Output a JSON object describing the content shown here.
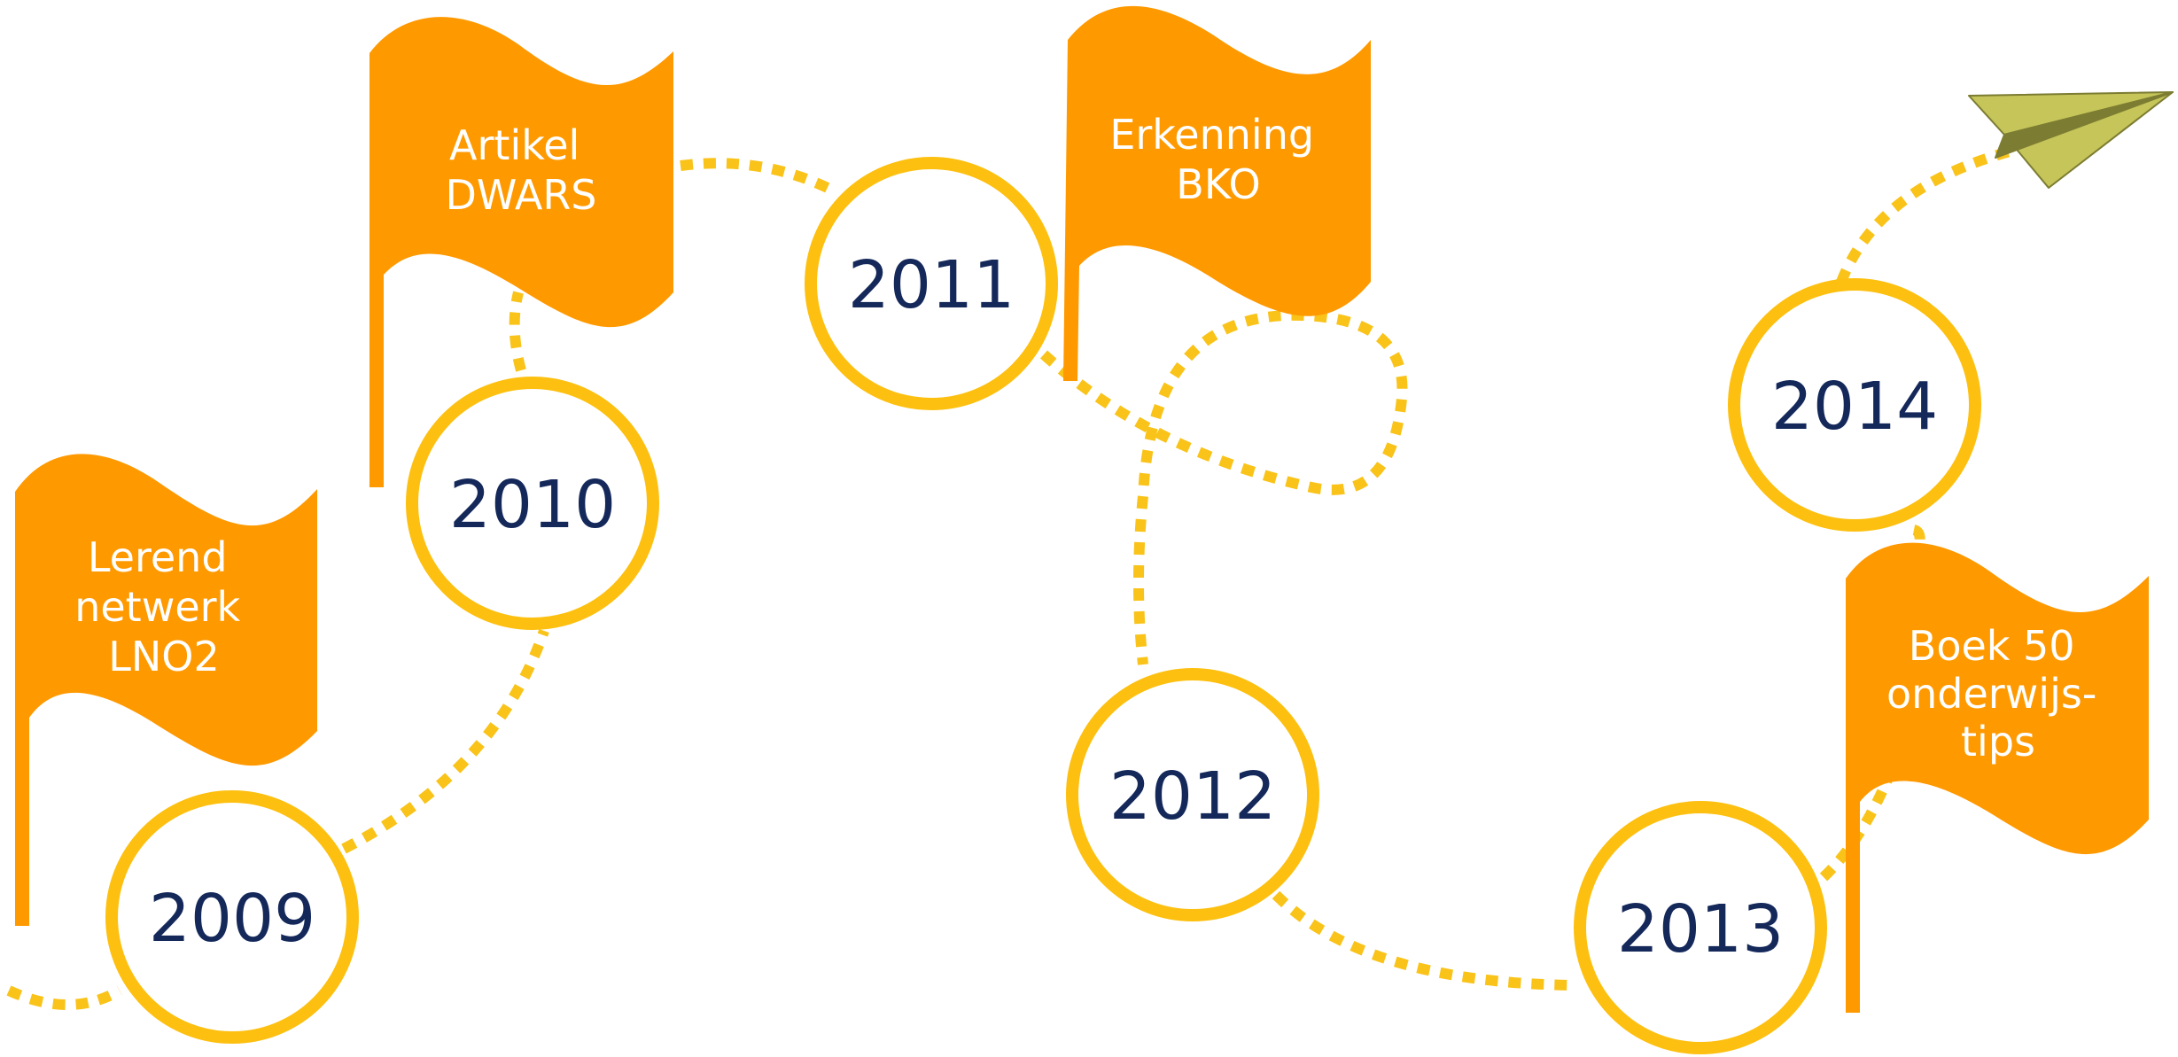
{
  "colors": {
    "path": "#F9C319",
    "circle_stroke": "#FDC010",
    "year_text": "#14285A",
    "flag_fill": "#FF9900",
    "flag_text": "#FFFFFF",
    "plane_fill": "#C5C55A",
    "plane_stroke": "#7C7C32"
  },
  "milestones": [
    {
      "year": "2009"
    },
    {
      "year": "2010"
    },
    {
      "year": "2011"
    },
    {
      "year": "2012"
    },
    {
      "year": "2013"
    },
    {
      "year": "2014"
    }
  ],
  "flags": [
    {
      "lines": [
        "Lerend",
        "netwerk",
        "LNO2"
      ]
    },
    {
      "lines": [
        "Artikel",
        "DWARS"
      ]
    },
    {
      "lines": [
        "Erkenning",
        "BKO"
      ]
    },
    {
      "lines": [
        "Boek 50",
        "onderwijs-",
        "tips"
      ]
    }
  ],
  "icons": {
    "end": "paper-plane-icon"
  }
}
